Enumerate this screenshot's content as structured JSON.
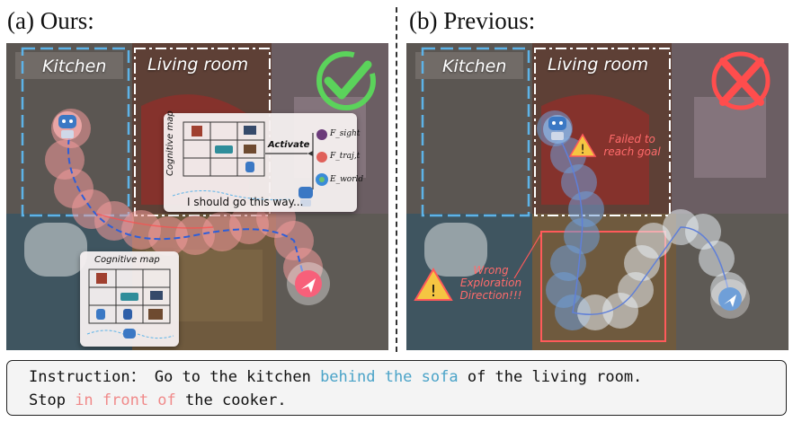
{
  "panels": {
    "ours": {
      "title": "(a) Ours:",
      "rooms": {
        "kitchen": "Kitchen",
        "living": "Living room"
      },
      "cognitive_map_title": "Cognitive map",
      "activate_label": "Activate",
      "speech": "I should go this way...",
      "feature_symbols": [
        "F_sight",
        "F_traj,t",
        "E_world"
      ],
      "result": "success"
    },
    "previous": {
      "title": "(b) Previous:",
      "rooms": {
        "kitchen": "Kitchen",
        "living": "Living room"
      },
      "warn_fail": "Failed to reach goal",
      "warn_wrong": "Wrong Exploration Direction!!!",
      "result": "failure"
    }
  },
  "instruction": {
    "label": "Instruction：",
    "part1": " Go to the kitchen ",
    "hl1": "behind the sofa",
    "part2": " of the living room.",
    "part3": "Stop ",
    "hl2": "in front of",
    "part4": " the cooker."
  },
  "colors": {
    "ours_trail": "#f29a9a",
    "prev_trail": "#6f9fd8",
    "success": "#5bd35b",
    "failure": "#ff4d4d",
    "warn": "#ff6b6b"
  }
}
